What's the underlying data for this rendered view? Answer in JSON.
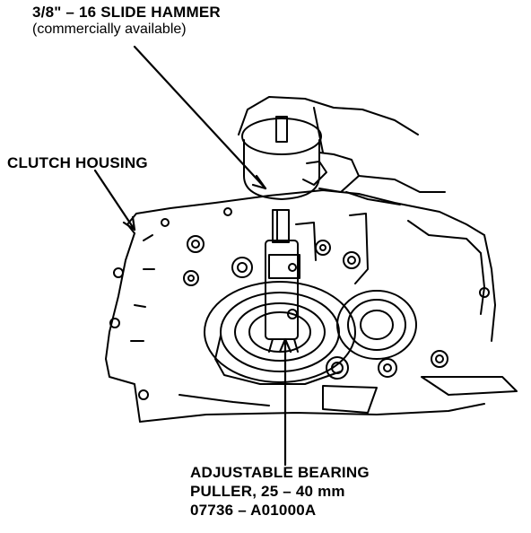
{
  "labels": {
    "slide_hammer": "3/8\" – 16 SLIDE HAMMER",
    "slide_hammer_note": "(commercially available)",
    "clutch_housing": "CLUTCH HOUSING",
    "puller_line1": "ADJUSTABLE BEARING",
    "puller_line2": "PULLER, 25 – 40 mm",
    "puller_line3": "07736 – A01000A"
  }
}
